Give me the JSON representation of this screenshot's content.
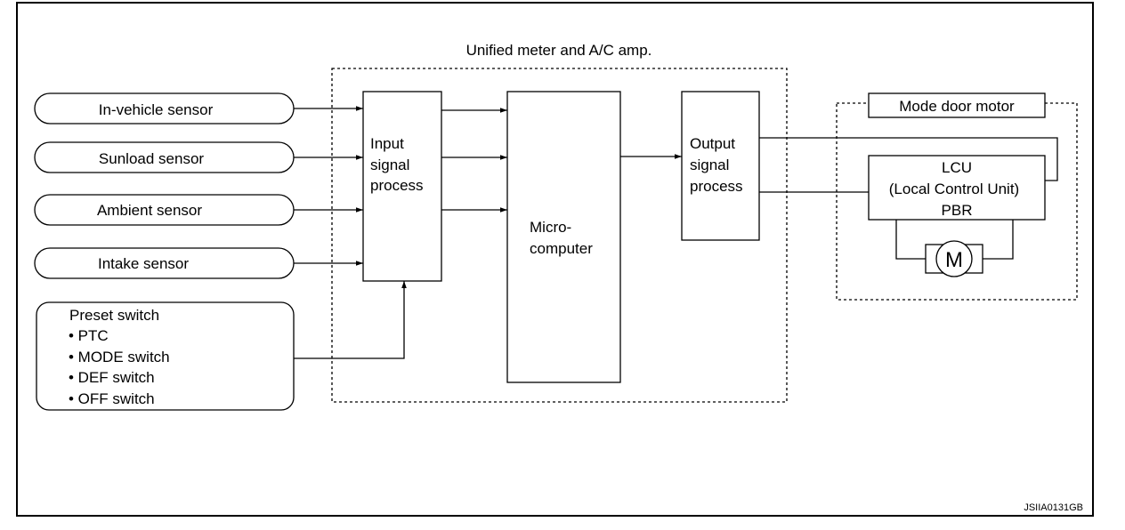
{
  "amp": {
    "title": "Unified meter and A/C amp."
  },
  "sensors": [
    {
      "label": "In-vehicle sensor"
    },
    {
      "label": "Sunload sensor"
    },
    {
      "label": "Ambient sensor"
    },
    {
      "label": "Intake sensor"
    }
  ],
  "preset": {
    "title": "Preset switch",
    "items": [
      "• PTC",
      "• MODE switch",
      "• DEF switch",
      "• OFF switch"
    ]
  },
  "input_block": {
    "lines": [
      "Input",
      "signal",
      "process"
    ]
  },
  "micro_block": {
    "lines": [
      "Micro-",
      "computer"
    ]
  },
  "output_block": {
    "lines": [
      "Output",
      "signal",
      "process"
    ]
  },
  "mode_door": {
    "title": "Mode door motor",
    "lcu_lines": [
      "LCU",
      "(Local Control Unit)",
      "PBR"
    ],
    "motor_symbol": "M"
  },
  "figure_id": "JSIIA0131GB"
}
